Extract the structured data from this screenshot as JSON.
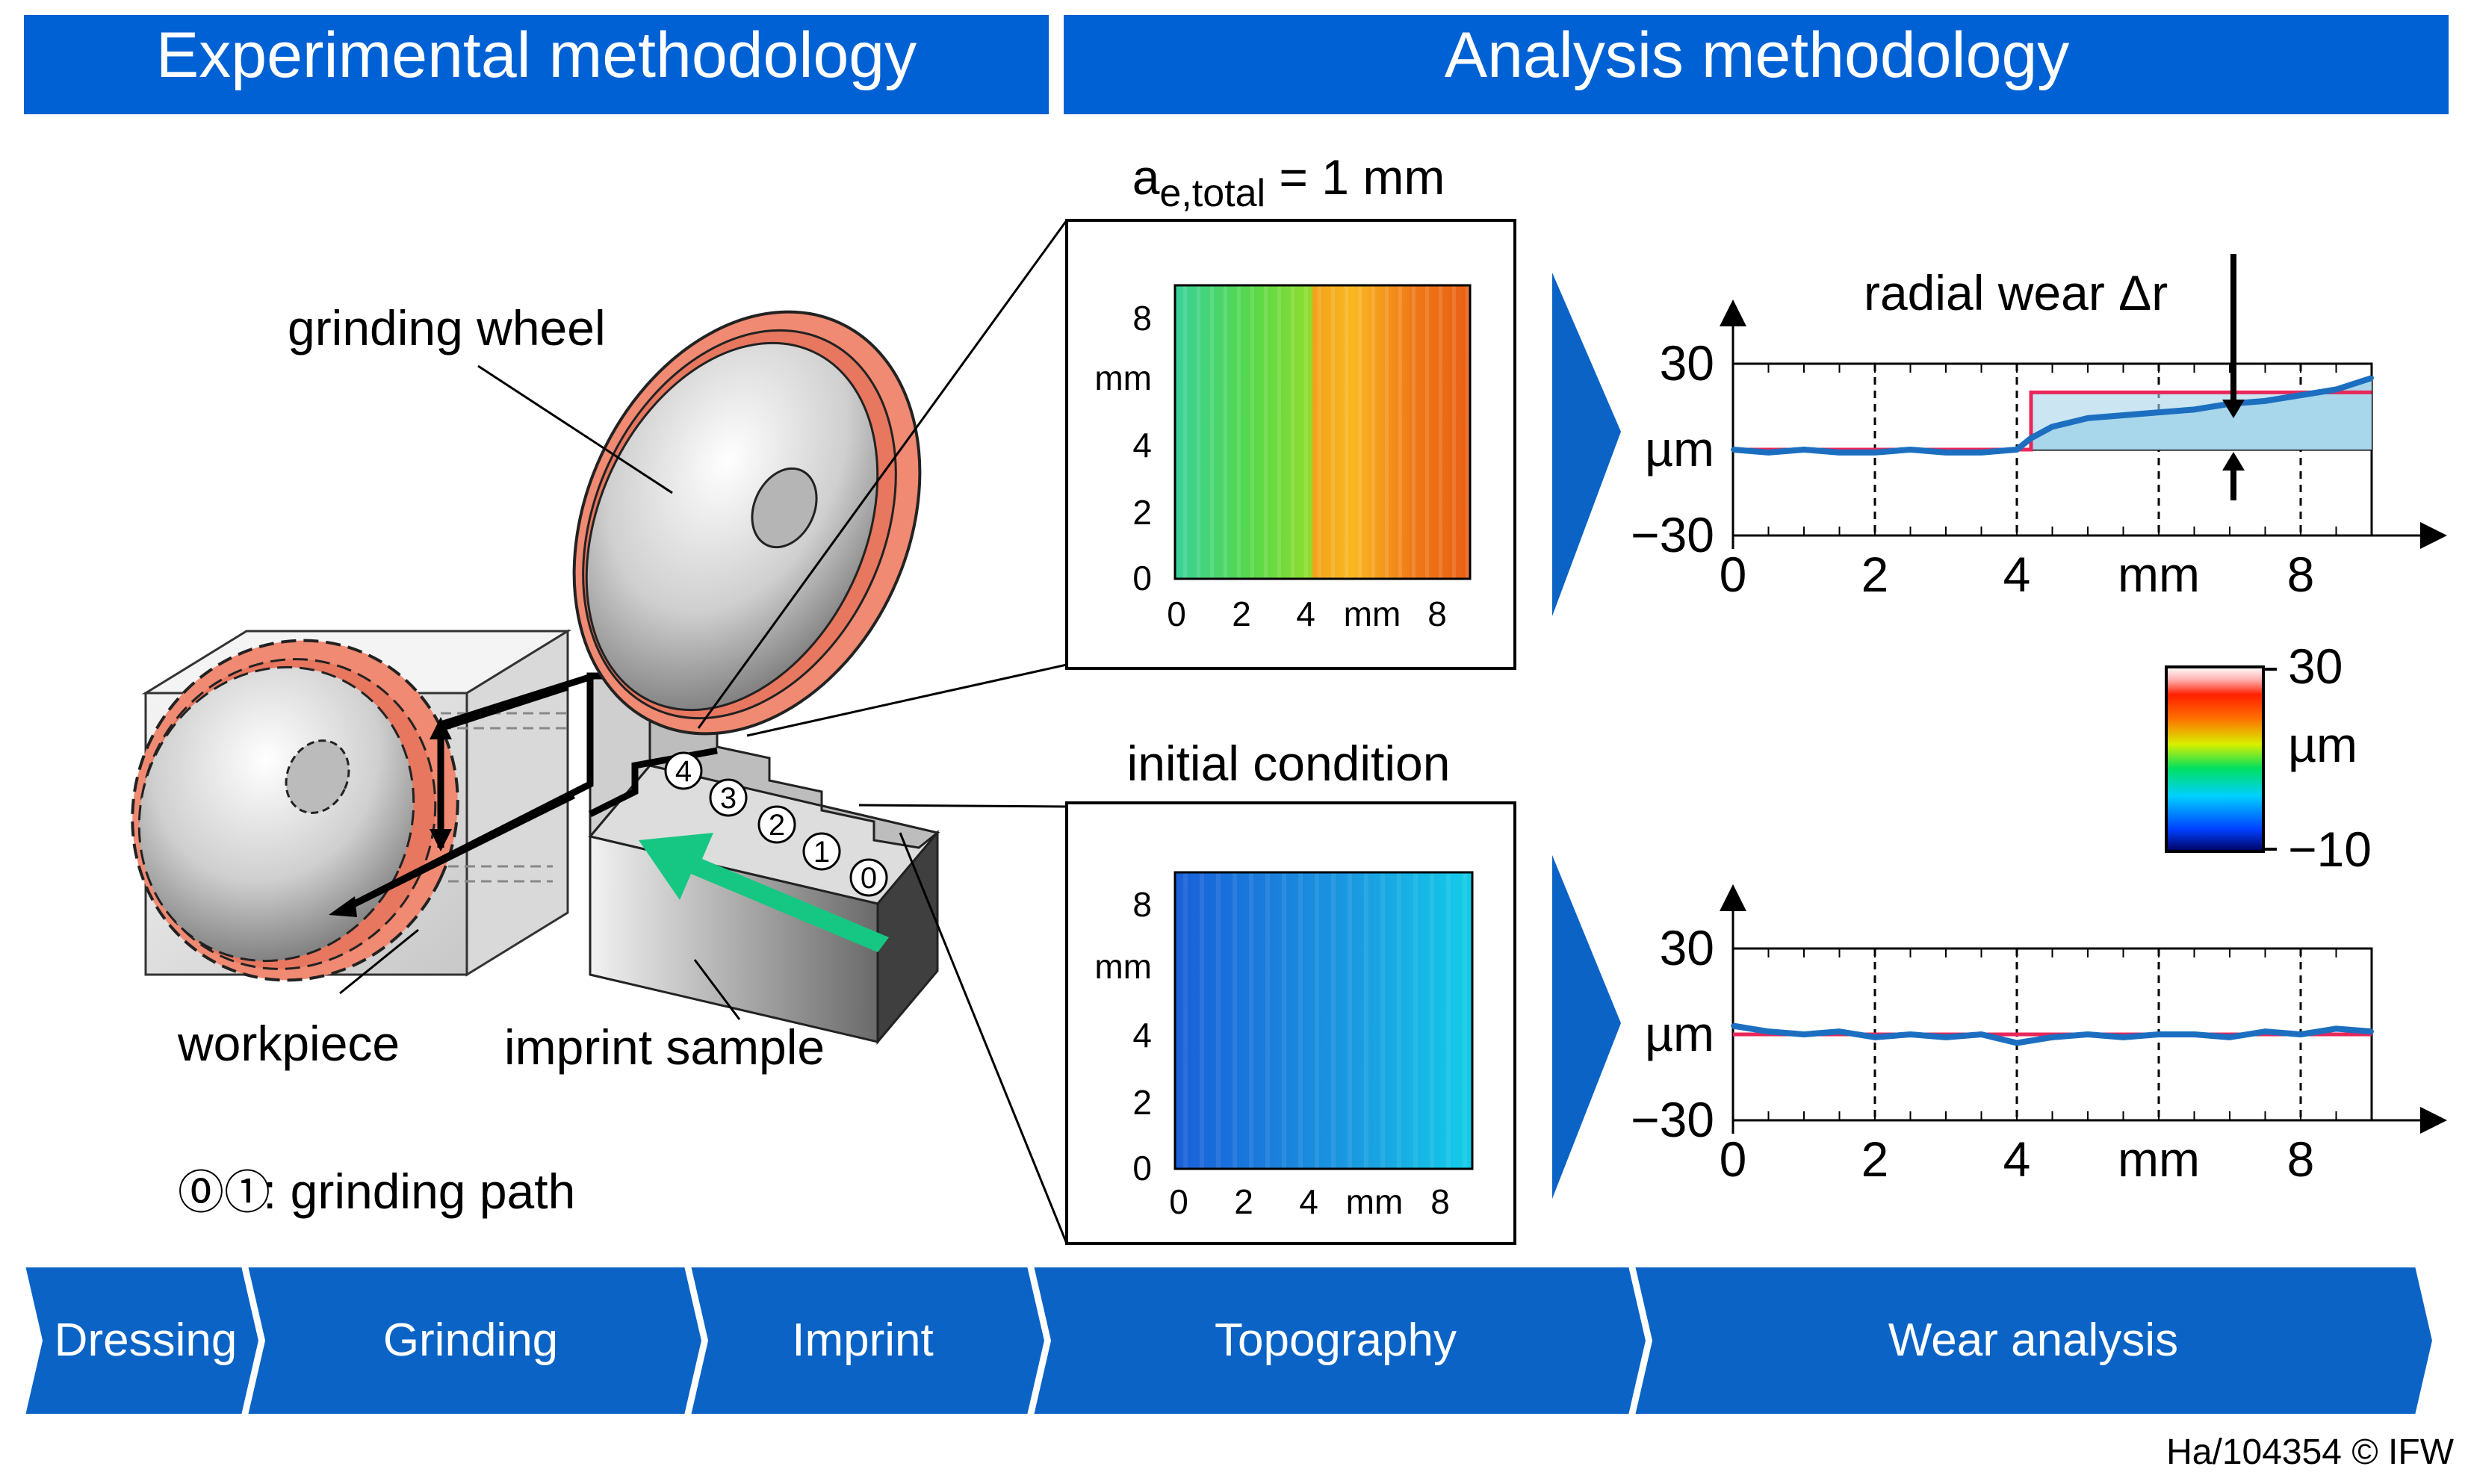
{
  "headers": {
    "experimental": "Experimental methodology",
    "analysis": "Analysis methodology"
  },
  "schematic": {
    "grinding_wheel_label": "grinding wheel",
    "workpiece_label": "workpiece",
    "imprint_sample_label": "imprint sample",
    "path_legend_symbols": "⓪①",
    "path_legend_text": ": grinding path",
    "step_numbers": [
      "4",
      "3",
      "2",
      "1",
      "0"
    ]
  },
  "topography": {
    "top": {
      "title_main": "a",
      "title_sub": "e,total",
      "title_rest": " = 1 mm",
      "x_ticks": [
        "0",
        "2",
        "4",
        "mm",
        "8"
      ],
      "y_ticks": [
        "8",
        "mm",
        "4",
        "2",
        "0"
      ]
    },
    "bottom": {
      "title": "initial condition",
      "x_ticks": [
        "0",
        "2",
        "4",
        "mm",
        "8"
      ],
      "y_ticks": [
        "8",
        "mm",
        "4",
        "2",
        "0"
      ]
    }
  },
  "colorbar": {
    "max": "30",
    "unit": "µm",
    "min": "−10"
  },
  "profiles": {
    "radial_wear_label": "radial wear Δr",
    "top": {
      "y_labels": [
        "30",
        "µm",
        "−30"
      ],
      "x_labels": [
        "0",
        "2",
        "4",
        "mm",
        "8"
      ]
    },
    "bottom": {
      "y_labels": [
        "30",
        "µm",
        "−30"
      ],
      "x_labels": [
        "0",
        "2",
        "4",
        "mm",
        "8"
      ]
    }
  },
  "process_steps": [
    "Dressing",
    "Grinding",
    "Imprint",
    "Topography",
    "Wear analysis"
  ],
  "footer": "Ha/104354 © IFW",
  "colors": {
    "header_blue": "#0061d4",
    "chevron_blue": "#0b63c5",
    "arrow_green": "#16c783",
    "wheel_rim": "#f08a72",
    "profile_line": "#1c6fc0",
    "reference_line": "#e8275a",
    "wear_fill": "#a9d6ea"
  },
  "chart_data": [
    {
      "type": "line",
      "title": "",
      "xlabel": "mm",
      "ylabel": "µm",
      "xlim": [
        0,
        9
      ],
      "ylim": [
        -30,
        30
      ],
      "series": [
        {
          "x": [
            0,
            0.5,
            1,
            1.5,
            2,
            2.5,
            3,
            3.5,
            4,
            4.2,
            4.5,
            5,
            5.5,
            6,
            6.5,
            7,
            7.5,
            8,
            8.5,
            9
          ],
          "values": [
            0,
            -1,
            0,
            -1,
            -1,
            0,
            -1,
            -1,
            0,
            4,
            8,
            11,
            12,
            13,
            14,
            16,
            17,
            19,
            21,
            25
          ]
        },
        {
          "x": [
            0,
            4.2,
            4.2,
            9
          ],
          "values": [
            0,
            0,
            20,
            20
          ]
        }
      ]
    },
    {
      "type": "line",
      "title": "",
      "xlabel": "mm",
      "ylabel": "µm",
      "xlim": [
        0,
        9
      ],
      "ylim": [
        -30,
        30
      ],
      "series": [
        {
          "x": [
            0,
            0.5,
            1,
            1.5,
            2,
            2.5,
            3,
            3.5,
            4,
            4.5,
            5,
            5.5,
            6,
            6.5,
            7,
            7.5,
            8,
            8.5,
            9
          ],
          "values": [
            3,
            1,
            0,
            1,
            -1,
            0,
            -1,
            0,
            -3,
            -1,
            0,
            -1,
            0,
            0,
            -1,
            1,
            0,
            2,
            1
          ]
        },
        {
          "x": [
            0,
            9
          ],
          "values": [
            0,
            0
          ]
        }
      ]
    }
  ]
}
